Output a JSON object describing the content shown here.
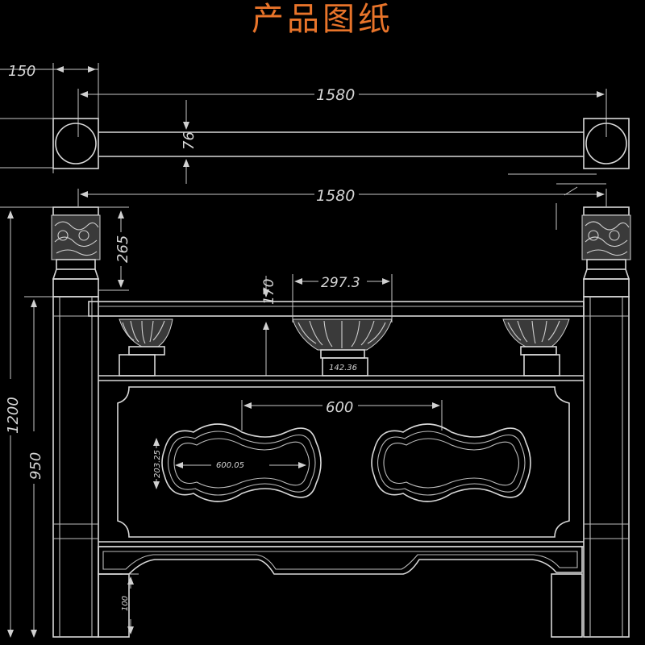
{
  "title": "产品图纸",
  "colors": {
    "title": "#e8742a",
    "line": "#d8d8d8",
    "background": "#000000"
  },
  "dimensions": {
    "top_width": "150",
    "top_span": "1580",
    "top_depth": "76",
    "front_span": "1580",
    "post_cap": "265",
    "rail_height": "170",
    "ornament_width": "297.3",
    "ornament_base": "142.36",
    "panel_cutout_width": "600",
    "cutout_inner_width": "600.05",
    "cutout_height": "203.25",
    "total_height": "1200",
    "post_height": "950",
    "foot_height": "100"
  }
}
